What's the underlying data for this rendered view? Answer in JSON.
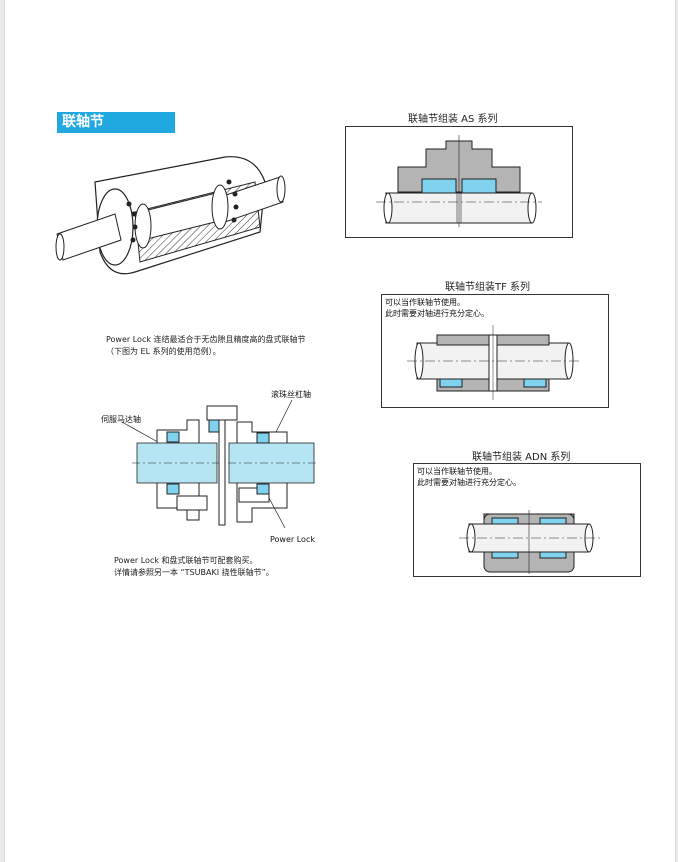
{
  "section": {
    "title": "联轴节"
  },
  "figures": {
    "as": {
      "title": "联轴节组装 AS 系列"
    },
    "tf": {
      "title": "联轴节组装TF 系列",
      "note_line1": "可以当作联轴节使用。",
      "note_line2": "此时需要对轴进行充分定心。"
    },
    "adn": {
      "title": "联轴节组装 ADN 系列",
      "note_line1": "可以当作联轴节使用。",
      "note_line2": "此时需要对轴进行充分定心。"
    }
  },
  "el_text": {
    "line1": "Power Lock 连结最适合于无齿隙且精度高的盘式联轴节",
    "line2": "（下图为 EL 系列的使用范例）。"
  },
  "callouts": {
    "servo_shaft": "伺服马达轴",
    "ball_screw": "滚珠丝杠轴",
    "power_lock": "Power Lock"
  },
  "bottom_text": {
    "line1": "Power Lock 和盘式联轴节可配套购买。",
    "line2": "详情请参照另一本 “TSUBAKI 挠性联轴节”。"
  },
  "colors": {
    "accent": "#20a8e0",
    "cyan_part": "#7fd3ee",
    "gray_part": "#b4b4b4",
    "shaft_fill": "#f2f2f2"
  }
}
